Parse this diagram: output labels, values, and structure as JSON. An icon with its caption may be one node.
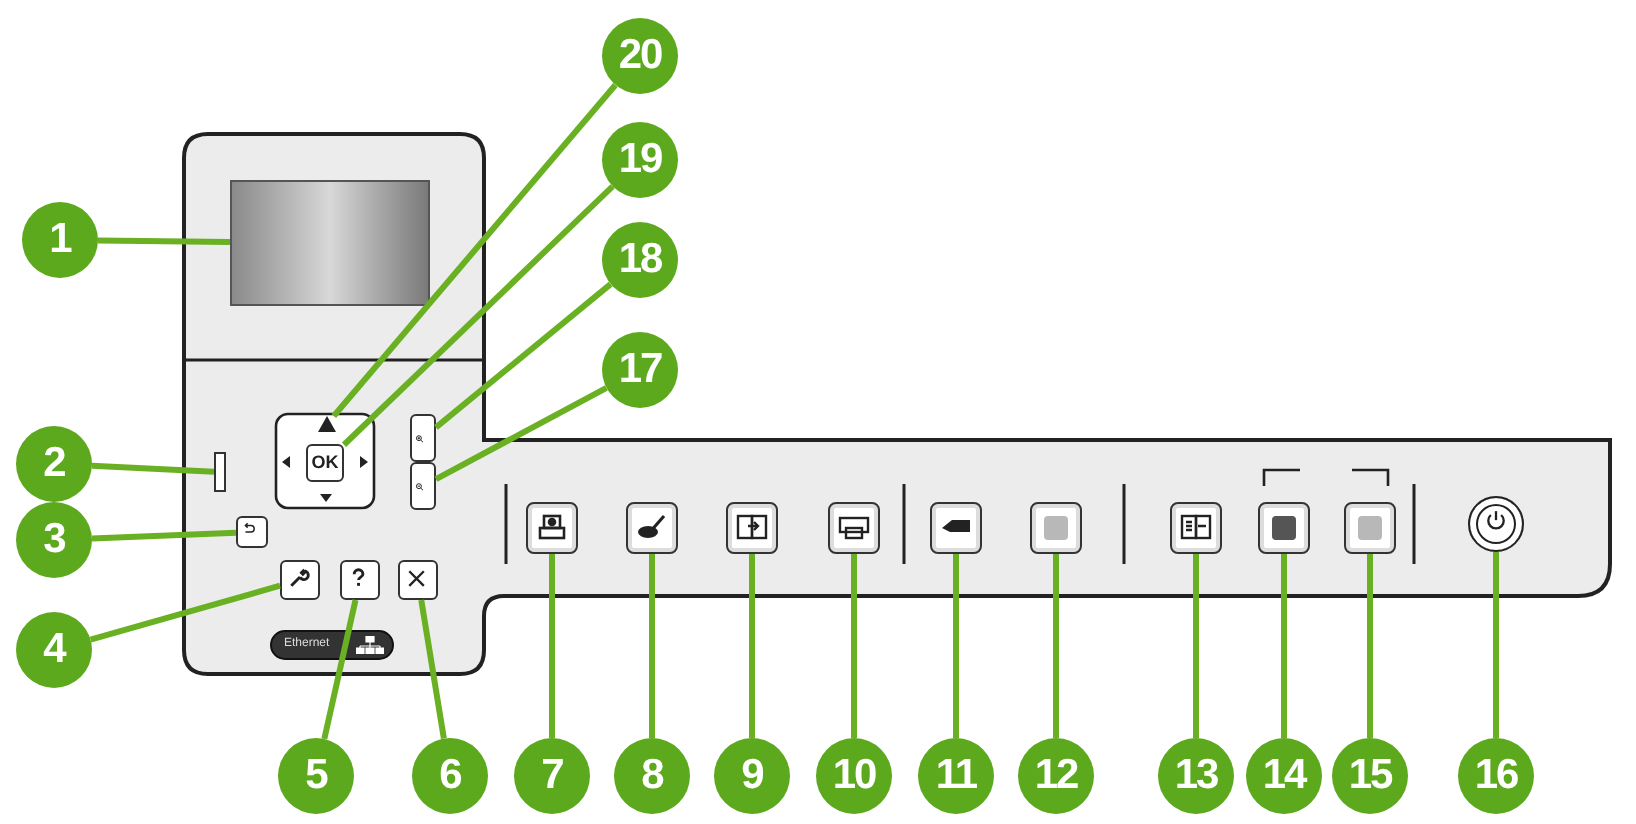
{
  "diagram": {
    "nodes": [
      {
        "text": [
          "1"
        ]
      },
      {
        "text": [
          "2"
        ]
      },
      {
        "text": [
          "3"
        ]
      },
      {
        "text": [
          "4"
        ]
      },
      {
        "text": [
          "5"
        ]
      },
      {
        "text": [
          "6"
        ]
      },
      {
        "text": [
          "7"
        ]
      },
      {
        "text": [
          "8"
        ]
      },
      {
        "text": [
          "9"
        ]
      },
      {
        "text": [
          "10"
        ]
      },
      {
        "text": [
          "11"
        ]
      },
      {
        "text": [
          "12"
        ]
      },
      {
        "text": [
          "13"
        ]
      },
      {
        "text": [
          "14"
        ]
      },
      {
        "text": [
          "15"
        ]
      },
      {
        "text": [
          "16"
        ]
      },
      {
        "text": [
          "17"
        ]
      },
      {
        "text": [
          "18"
        ]
      },
      {
        "text": [
          "19"
        ]
      },
      {
        "text": [
          "20"
        ]
      },
      {
        "text": [],
        "shape": "box"
      },
      {
        "text": [],
        "shape": "bar"
      },
      {
        "text": [],
        "shape": "box"
      },
      {
        "text": [],
        "shape": "box"
      },
      {
        "text": [],
        "shape": "box"
      },
      {
        "text": [],
        "shape": "box"
      },
      {
        "text": [],
        "shape": "box"
      },
      {
        "text": [],
        "shape": "box"
      },
      {
        "text": [],
        "shape": "box"
      },
      {
        "text": [],
        "shape": "box"
      },
      {
        "text": [],
        "shape": "box"
      },
      {
        "text": [],
        "shape": "box"
      },
      {
        "text": [],
        "shape": "box"
      },
      {
        "text": [],
        "shape": "box"
      },
      {
        "text": [],
        "shape": "box"
      },
      {
        "text": [],
        "shape": "circle"
      },
      {
        "text": [],
        "shape": "box"
      },
      {
        "text": [],
        "shape": "box"
      },
      {
        "text": [
          "OK"
        ]
      },
      {
        "text": [],
        "shape": "triangle"
      }
    ],
    "edges": [
      {
        "from": 0,
        "to": 20,
        "arrow": "none"
      },
      {
        "from": 1,
        "to": 21,
        "arrow": "none"
      },
      {
        "from": 2,
        "to": 22,
        "arrow": "none"
      },
      {
        "from": 3,
        "to": 23,
        "arrow": "none"
      },
      {
        "from": 4,
        "to": 24,
        "arrow": "none"
      },
      {
        "from": 5,
        "to": 25,
        "arrow": "none"
      },
      {
        "from": 6,
        "to": 26,
        "arrow": "none"
      },
      {
        "from": 7,
        "to": 27,
        "arrow": "none"
      },
      {
        "from": 8,
        "to": 28,
        "arrow": "none"
      },
      {
        "from": 9,
        "to": 29,
        "arrow": "none"
      },
      {
        "from": 10,
        "to": 30,
        "arrow": "none"
      },
      {
        "from": 11,
        "to": 31,
        "arrow": "none"
      },
      {
        "from": 12,
        "to": 32,
        "arrow": "none"
      },
      {
        "from": 13,
        "to": 33,
        "arrow": "none"
      },
      {
        "from": 14,
        "to": 34,
        "arrow": "none"
      },
      {
        "from": 15,
        "to": 35,
        "arrow": "none"
      },
      {
        "from": 16,
        "to": 36,
        "arrow": "none"
      },
      {
        "from": 17,
        "to": 37,
        "arrow": "none"
      },
      {
        "from": 18,
        "to": 38,
        "arrow": "none"
      },
      {
        "from": 19,
        "to": 39,
        "arrow": "none"
      }
    ],
    "labels": [
      "Ethernet"
    ]
  }
}
